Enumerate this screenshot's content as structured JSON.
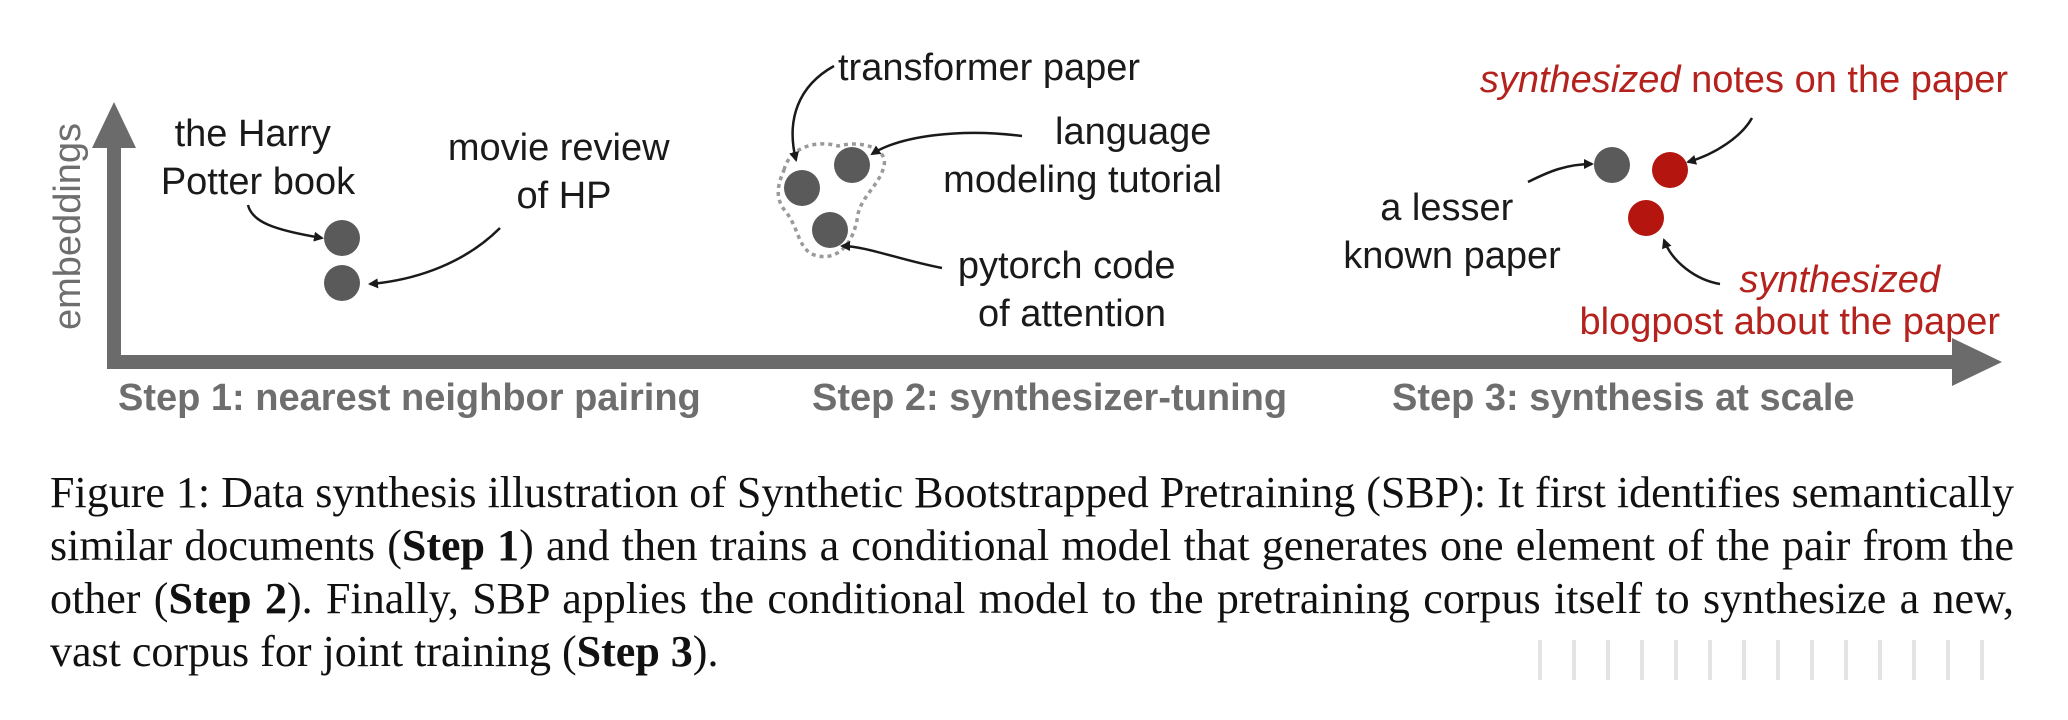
{
  "figure": {
    "y_axis_label": "embeddings",
    "steps": [
      "Step 1: nearest neighbor pairing",
      "Step 2: synthesizer-tuning",
      "Step 3: synthesis at scale"
    ],
    "step1": {
      "label_a": [
        "the Harry",
        "Potter book"
      ],
      "label_b": [
        "movie review",
        "of HP"
      ]
    },
    "step2": {
      "label_a": "transformer paper",
      "label_b": [
        "language",
        "modeling tutorial"
      ],
      "label_c": [
        "pytorch code",
        "of attention"
      ]
    },
    "step3": {
      "label_a": [
        "a lesser",
        "known paper"
      ],
      "label_b_emph": "synthesized",
      "label_b_rest": " notes on the paper",
      "label_c_line1": "synthesized",
      "label_c_line2": "blogpost about the paper"
    },
    "colors": {
      "axis": "#6b6b6b",
      "dot": "#5a5a5a",
      "synthesized_dot": "#b5150f",
      "synthesized_text": "#b5211c",
      "step_text": "#6e6e6e"
    }
  },
  "caption": {
    "figure_label": "Figure 1:",
    "part1": " Data synthesis illustration of Synthetic Bootstrapped Pretraining (SBP): It first identifies semantically similar documents (",
    "step1": "Step 1",
    "part2": ") and then trains a conditional model that generates one element of the pair from the other (",
    "step2": "Step 2",
    "part3": ").  Finally, SBP applies the conditional model to the pretraining corpus itself to synthesize a new, vast corpus for joint training (",
    "step3": "Step 3",
    "part4": ")."
  }
}
